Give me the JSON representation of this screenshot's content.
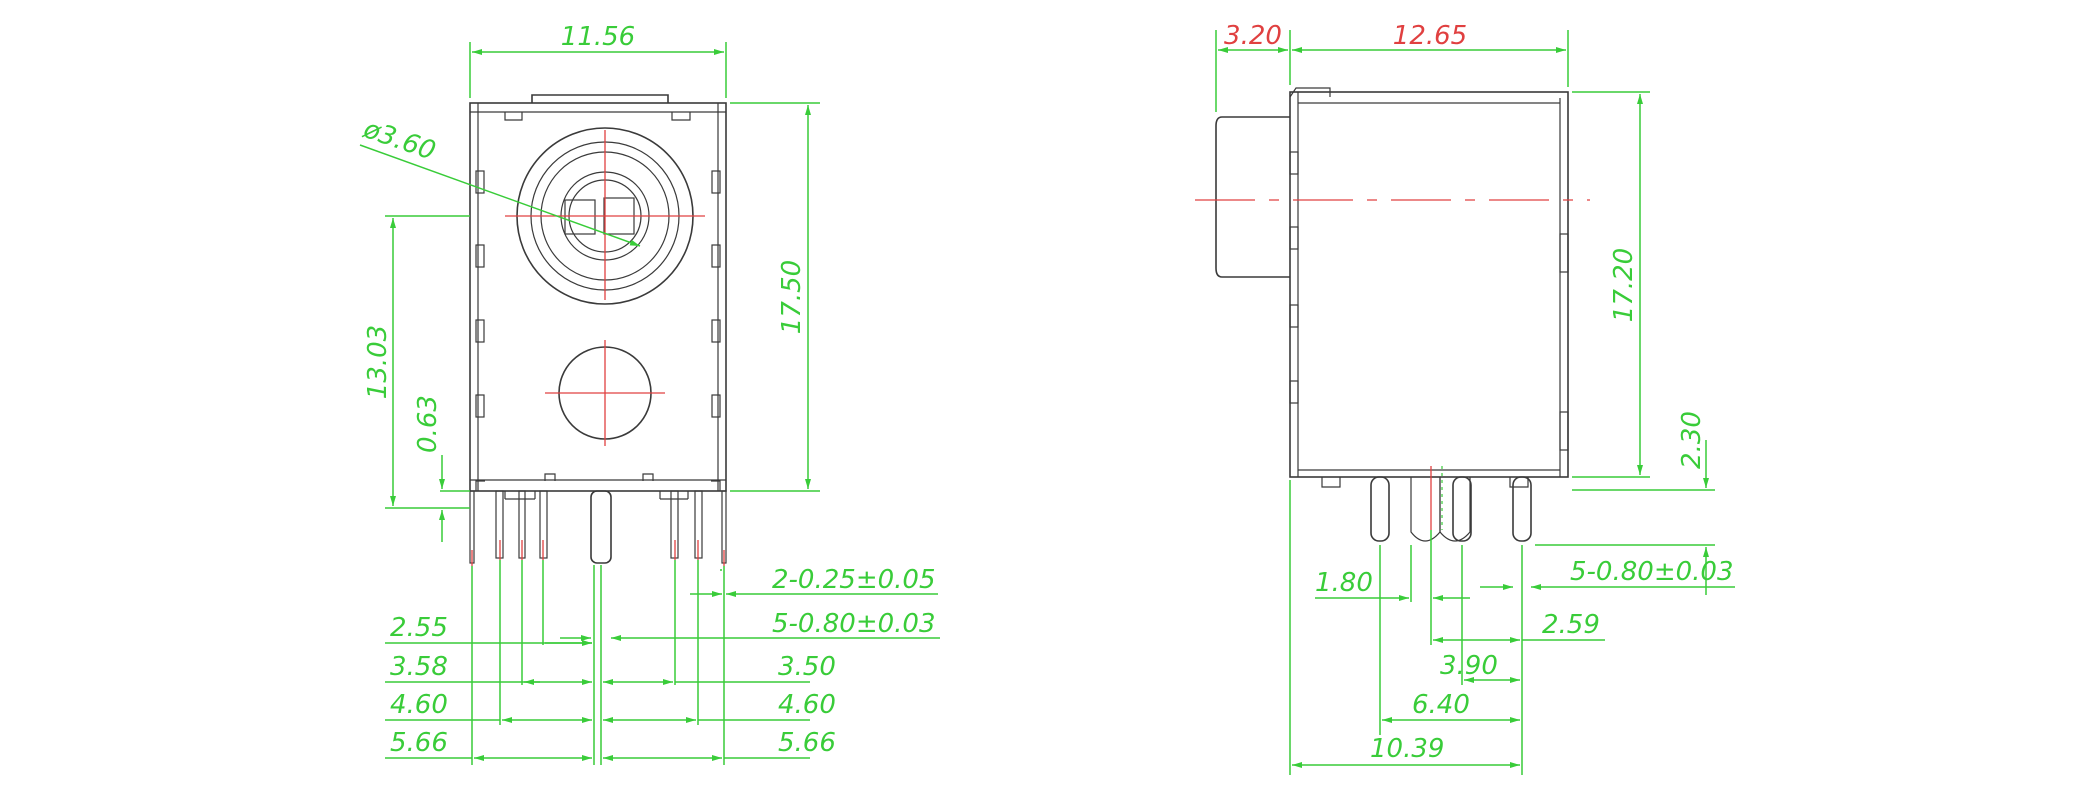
{
  "drawing": {
    "front_view": {
      "width": "11.56",
      "diameter": "ø3.60",
      "height": "17.50",
      "center_height": "13.03",
      "bottom_offset": "0.63",
      "pin_width_small": "2-0.25±0.05",
      "pin_width_large": "5-0.80±0.03",
      "left_spacings": [
        "2.55",
        "3.58",
        "4.60",
        "5.66"
      ],
      "right_spacings": [
        "3.50",
        "4.60",
        "5.66"
      ]
    },
    "side_view": {
      "front_depth": "3.20",
      "body_depth": "12.65",
      "height": "17.20",
      "standoff": "2.30",
      "pin_width": "5-0.80±0.03",
      "spacings": [
        "1.80",
        "2.59",
        "3.90",
        "6.40",
        "10.39"
      ]
    }
  },
  "colors": {
    "dimension": "#39cc39",
    "centerline": "#e04040",
    "outline": "#3a3a3a"
  }
}
